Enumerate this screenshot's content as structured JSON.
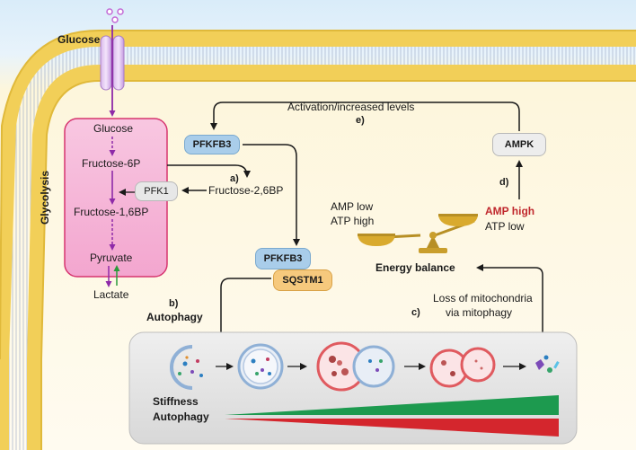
{
  "membrane": {
    "glucose_label": "Glucose"
  },
  "glycolysis": {
    "side_label": "Glycolysis",
    "glucose": "Glucose",
    "f6p": "Fructose-6P",
    "pfk1": "PFK1",
    "f16bp": "Fructose-1,6BP",
    "pyruvate": "Pyruvate",
    "lactate": "Lactate"
  },
  "pathway": {
    "f26bp": "Fructose-2,6BP",
    "step_a": "a)",
    "pfkfb3_top": "PFKFB3",
    "pfkfb3_mid": "PFKFB3",
    "sqstm1": "SQSTM1",
    "step_b": "b)",
    "autophagy": "Autophagy",
    "step_c": "c)",
    "mito_line1": "Loss of mitochondria",
    "mito_line2": "via mitophagy",
    "step_d": "d)",
    "ampk": "AMPK",
    "activation": "Activation/increased levels",
    "step_e": "e)"
  },
  "balance": {
    "left_line1": "AMP low",
    "left_line2": "ATP high",
    "right_line1": "AMP high",
    "right_line2": "ATP low",
    "title": "Energy balance",
    "highlight_color": "#c0282d"
  },
  "gradient_panel": {
    "stiffness": "Stiffness",
    "autophagy": "Autophagy"
  },
  "colors": {
    "pfkfb3": "#a9cdea",
    "ampk": "#ededed",
    "sqstm1": "#f6c97d",
    "glycolysis_box": "#f5b8d8",
    "green_wedge": "#1d9a4f",
    "red_wedge": "#d4262d"
  }
}
